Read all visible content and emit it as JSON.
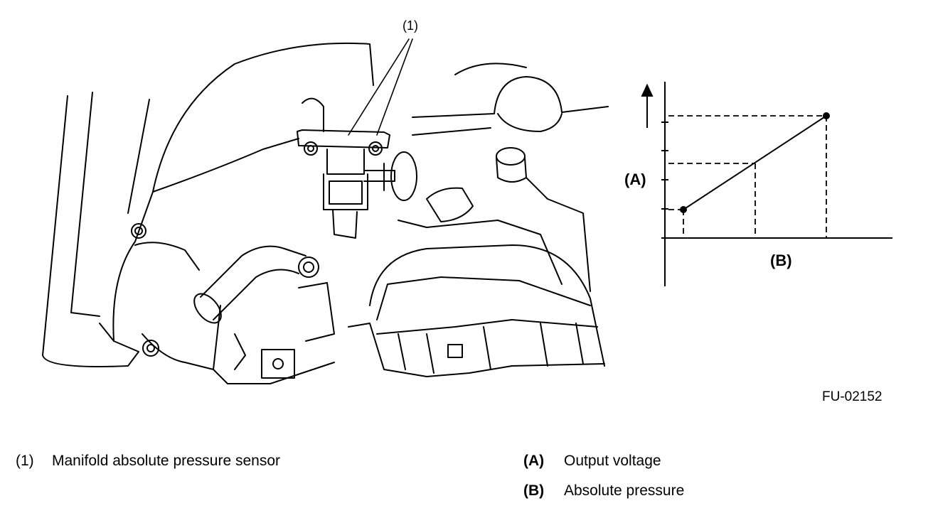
{
  "figure": {
    "callout": "(1)",
    "figure_id": "FU-02152",
    "graph": {
      "y_tag": "(A)",
      "x_tag": "(B)"
    }
  },
  "legend": [
    {
      "key": "(1)",
      "text": "Manifold absolute pressure sensor"
    },
    {
      "key": "(A)",
      "text": "Output voltage"
    },
    {
      "key": "(B)",
      "text": "Absolute pressure"
    }
  ]
}
